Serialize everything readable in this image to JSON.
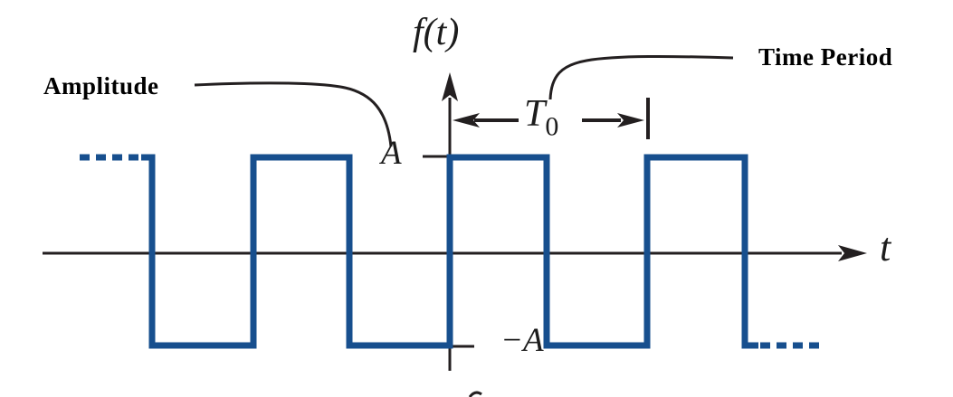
{
  "figure": {
    "y_axis_label": "f(t)",
    "x_axis_label": "t",
    "amplitude_pos_label": "A",
    "amplitude_neg_label": "−A",
    "period_label_base": "T",
    "period_label_sub": "0",
    "annotation_amplitude": "Amplitude",
    "annotation_time_period": "Time Period"
  },
  "waveform": {
    "type": "square-wave",
    "high_level": "A",
    "low_level": "−A",
    "period": "T0",
    "duty_cycle": "50%",
    "rises_at_origin": true,
    "left_end_style": "dashed-high",
    "right_end_style": "dashed-low"
  },
  "colors": {
    "wave": "#174f8e",
    "axis": "#231f20",
    "text": "#000000"
  }
}
